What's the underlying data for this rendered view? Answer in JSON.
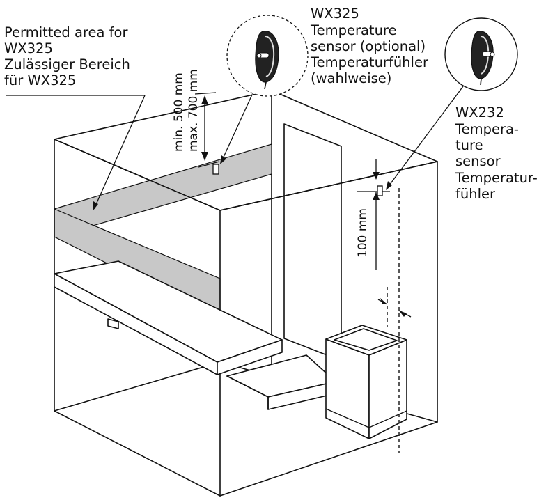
{
  "labels": {
    "permitted_area": [
      "Permitted area for",
      "WX325",
      "Zulässiger Bereich",
      "für WX325"
    ],
    "wx325": [
      "WX325",
      "Temperature",
      "sensor (optional)",
      "Temperaturfühler",
      "(wahlweise)"
    ],
    "wx232": [
      "WX232",
      "Tempera-",
      "ture",
      "sensor",
      "Temperatur-",
      "fühler"
    ]
  },
  "dimensions": {
    "height_range": [
      "min. 500 mm",
      "max. 700 mm"
    ],
    "ceiling_distance": "100 mm"
  },
  "icons": {
    "wx325_callout": "temperature-sensor-icon",
    "wx232_callout": "temperature-sensor-icon"
  },
  "colors": {
    "permitted_band": "#c8c8c8",
    "lines": "#111111"
  }
}
